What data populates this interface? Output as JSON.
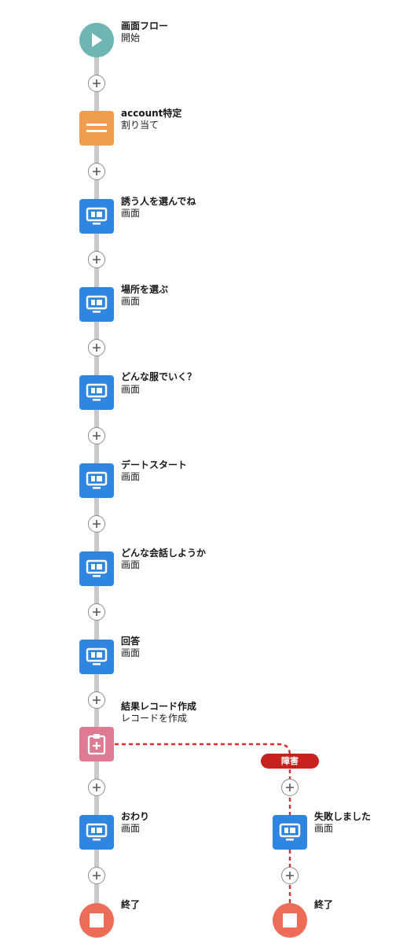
{
  "flow": {
    "nodes": [
      {
        "title": "画面フロー",
        "subtitle": "開始",
        "icon": "play-icon"
      },
      {
        "title": "account特定",
        "subtitle": "割り当て",
        "icon": "assignment-icon"
      },
      {
        "title": "誘う人を選んでね",
        "subtitle": "画面",
        "icon": "screen-icon"
      },
      {
        "title": "場所を選ぶ",
        "subtitle": "画面",
        "icon": "screen-icon"
      },
      {
        "title": "どんな服でいく？",
        "subtitle": "画面",
        "icon": "screen-icon"
      },
      {
        "title": "デートスタート",
        "subtitle": "画面",
        "icon": "screen-icon"
      },
      {
        "title": "どんな会話しようか",
        "subtitle": "画面",
        "icon": "screen-icon"
      },
      {
        "title": "回答",
        "subtitle": "画面",
        "icon": "screen-icon"
      },
      {
        "title": "結果レコード作成",
        "subtitle": "レコードを作成",
        "icon": "create-record-icon"
      },
      {
        "title": "おわり",
        "subtitle": "画面",
        "icon": "screen-icon"
      },
      {
        "title": "終了",
        "icon": "stop-icon"
      }
    ],
    "fault_branch": {
      "badge_label": "障害",
      "nodes": [
        {
          "title": "失敗しました",
          "subtitle": "画面",
          "icon": "screen-icon"
        },
        {
          "title": "終了",
          "icon": "stop-icon"
        }
      ]
    }
  },
  "colors": {
    "start": "#6fb5b3",
    "assignment": "#f09d4d",
    "screen": "#2f86e0",
    "create_record": "#dd7b93",
    "end": "#ec6c57",
    "fault": "#c8221e",
    "connector": "#c9c9c9"
  }
}
